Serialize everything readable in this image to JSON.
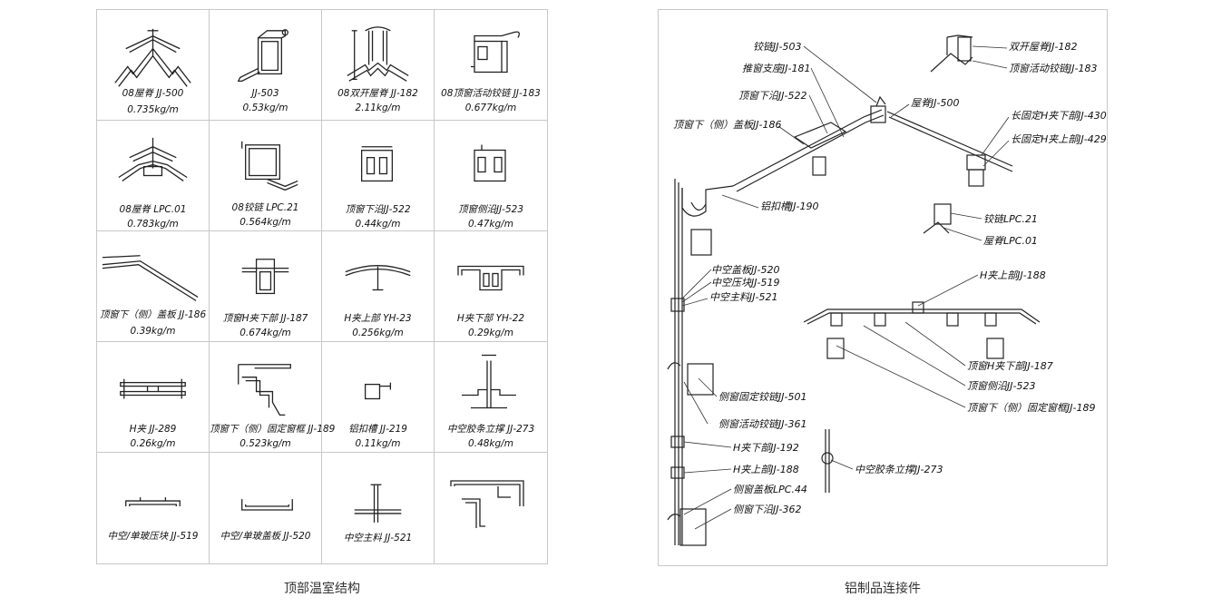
{
  "left_panel": {
    "caption": "顶部温室结构",
    "cells": [
      {
        "name": "08屋脊 JJ-500",
        "weight": "0.735kg/m",
        "icon": "ridge-profile"
      },
      {
        "name": "JJ-503",
        "weight": "0.53kg/m",
        "icon": "hinge-profile"
      },
      {
        "name": "08双开屋脊 JJ-182",
        "weight": "2.11kg/m",
        "icon": "double-ridge-profile"
      },
      {
        "name": "08顶窗活动铰链 JJ-183",
        "weight": "0.677kg/m",
        "icon": "roof-window-hinge-profile"
      },
      {
        "name": "08屋脊 LPC.01",
        "weight": "0.783kg/m",
        "icon": "ridge-lpc-profile"
      },
      {
        "name": "08铰链 LPC.21",
        "weight": "0.564kg/m",
        "icon": "hinge-lpc-profile"
      },
      {
        "name": "顶窗下沿JJ-522",
        "weight": "0.44kg/m",
        "icon": "window-lower-edge-profile"
      },
      {
        "name": "顶窗侧沿JJ-523",
        "weight": "0.47kg/m",
        "icon": "window-side-edge-profile"
      },
      {
        "name": "顶窗下（侧）盖板 JJ-186",
        "weight": "0.39kg/m",
        "icon": "cover-plate-profile"
      },
      {
        "name": "顶窗H夹下部 JJ-187",
        "weight": "0.674kg/m",
        "icon": "h-clip-lower-profile"
      },
      {
        "name": "H夹上部 YH-23",
        "weight": "0.256kg/m",
        "icon": "h-clip-upper-profile"
      },
      {
        "name": "H夹下部 YH-22",
        "weight": "0.29kg/m",
        "icon": "h-clip-bottom-profile"
      },
      {
        "name": "H夹 JJ-289",
        "weight": "0.26kg/m",
        "icon": "h-clip-profile"
      },
      {
        "name": "顶窗下（侧）固定窗框 JJ-189",
        "weight": "0.523kg/m",
        "icon": "fixed-frame-profile"
      },
      {
        "name": "铝扣槽 JJ-219",
        "weight": "0.11kg/m",
        "icon": "buckle-groove-profile"
      },
      {
        "name": "中空胶条立撑 JJ-273",
        "weight": "0.48kg/m",
        "icon": "rubber-strut-profile"
      },
      {
        "name": "中空/单玻压块 JJ-519",
        "weight": "",
        "icon": "pressing-block-profile"
      },
      {
        "name": "中空/单玻盖板 JJ-520",
        "weight": "",
        "icon": "glass-cover-profile"
      },
      {
        "name": "中空主料 JJ-521",
        "weight": "",
        "icon": "main-material-profile"
      },
      {
        "name": "",
        "weight": "",
        "icon": "unlabeled-profile"
      }
    ]
  },
  "right_panel": {
    "caption": "铝制品连接件",
    "labels": [
      "铰链JJ-503",
      "推窗支座JJ-181",
      "顶窗下沿JJ-522",
      "顶窗下（侧）盖板JJ-186",
      "屋脊JJ-500",
      "双开屋脊JJ-182",
      "顶窗活动铰链JJ-183",
      "长固定H夹下部JJ-430",
      "长固定H夹上部JJ-429",
      "铝扣槽JJ-190",
      "铰链LPC.21",
      "屋脊LPC.01",
      "H夹上部JJ-188",
      "中空盖板JJ-520",
      "中空压块JJ-519",
      "中空主料JJ-521",
      "顶窗H夹下部JJ-187",
      "顶窗侧沿JJ-523",
      "顶窗下（侧）固定窗框JJ-189",
      "侧窗固定铰链JJ-501",
      "侧窗活动铰链JJ-361",
      "H夹下部JJ-192",
      "H夹上部JJ-188",
      "侧窗盖板LPC.44",
      "侧窗下沿JJ-362",
      "中空胶条立撑JJ-273"
    ]
  }
}
